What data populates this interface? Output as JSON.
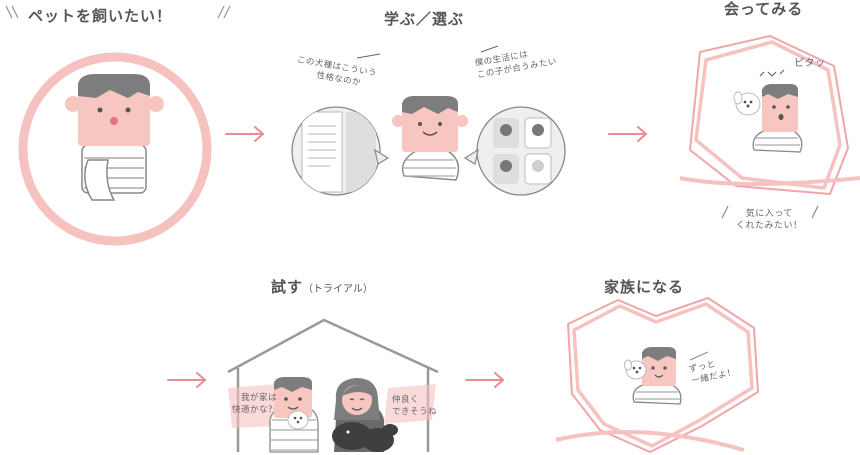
{
  "steps": {
    "want": {
      "title": "ペットを飼いたい！"
    },
    "learn": {
      "title": "学ぶ／選ぶ",
      "bubble_left": [
        "この犬種はこういう",
        "性格なのか"
      ],
      "bubble_right": [
        "僕の生活には",
        "この子が合うみたい"
      ]
    },
    "meet": {
      "title": "会ってみる",
      "sound": "ピタッ",
      "caption": [
        "気に入って",
        "くれたみたい！"
      ]
    },
    "trial": {
      "title": "試す",
      "title_sub": "（トライアル）",
      "bubble_left": [
        "我が家は",
        "快適かな？"
      ],
      "bubble_right": [
        "仲良く",
        "できそうね"
      ]
    },
    "family": {
      "title": "家族になる",
      "bubble": [
        "ずっと",
        "一緒だよ！"
      ]
    }
  },
  "colors": {
    "accent": "#ea8c93",
    "pink_light": "#f6c2c0",
    "skin": "#f7c6c0",
    "hair": "#7d7d7d",
    "line": "#888888",
    "gray_fill": "#dedede",
    "dog_dark": "#3f3f3f"
  },
  "icons": [
    "arrow-right-icon",
    "person-icon",
    "dog-icon",
    "house-icon",
    "heart-icon",
    "hexagon-icon",
    "speech-bubble-icon"
  ]
}
